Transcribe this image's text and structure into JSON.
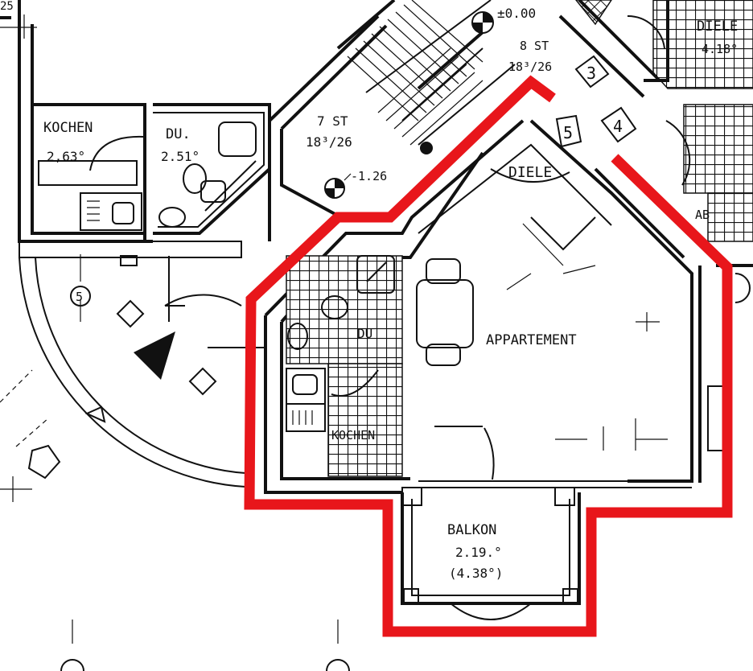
{
  "plan": {
    "labels": {
      "kochen_left": "KOCHEN",
      "kochen_left_area": "2,63°",
      "du_left": "DU.",
      "du_left_area": "2.51°",
      "stair_7": "7 ST",
      "stair_7_dim": "18³/26",
      "stair_8": "8 ST",
      "stair_8_dim": "18³/26",
      "level_top": "±0.00",
      "level_mid": "-1.26",
      "diele_main": "DIELE",
      "diele_top_right": "DIELE",
      "diele_top_right_area": "4.18°",
      "appartement": "APPARTEMENT",
      "du_app": "DU",
      "kochen_app": "KOCHEN",
      "balkon": "BALKON",
      "balkon_area": "2.19.°",
      "balkon_area_total": "(4.38°)",
      "ab_right": "AB",
      "num_3": "3",
      "num_4": "4",
      "num_5_door": "5",
      "num_5_circle": "5",
      "corner_tl": "25"
    },
    "highlight_color": "#e8161b"
  }
}
